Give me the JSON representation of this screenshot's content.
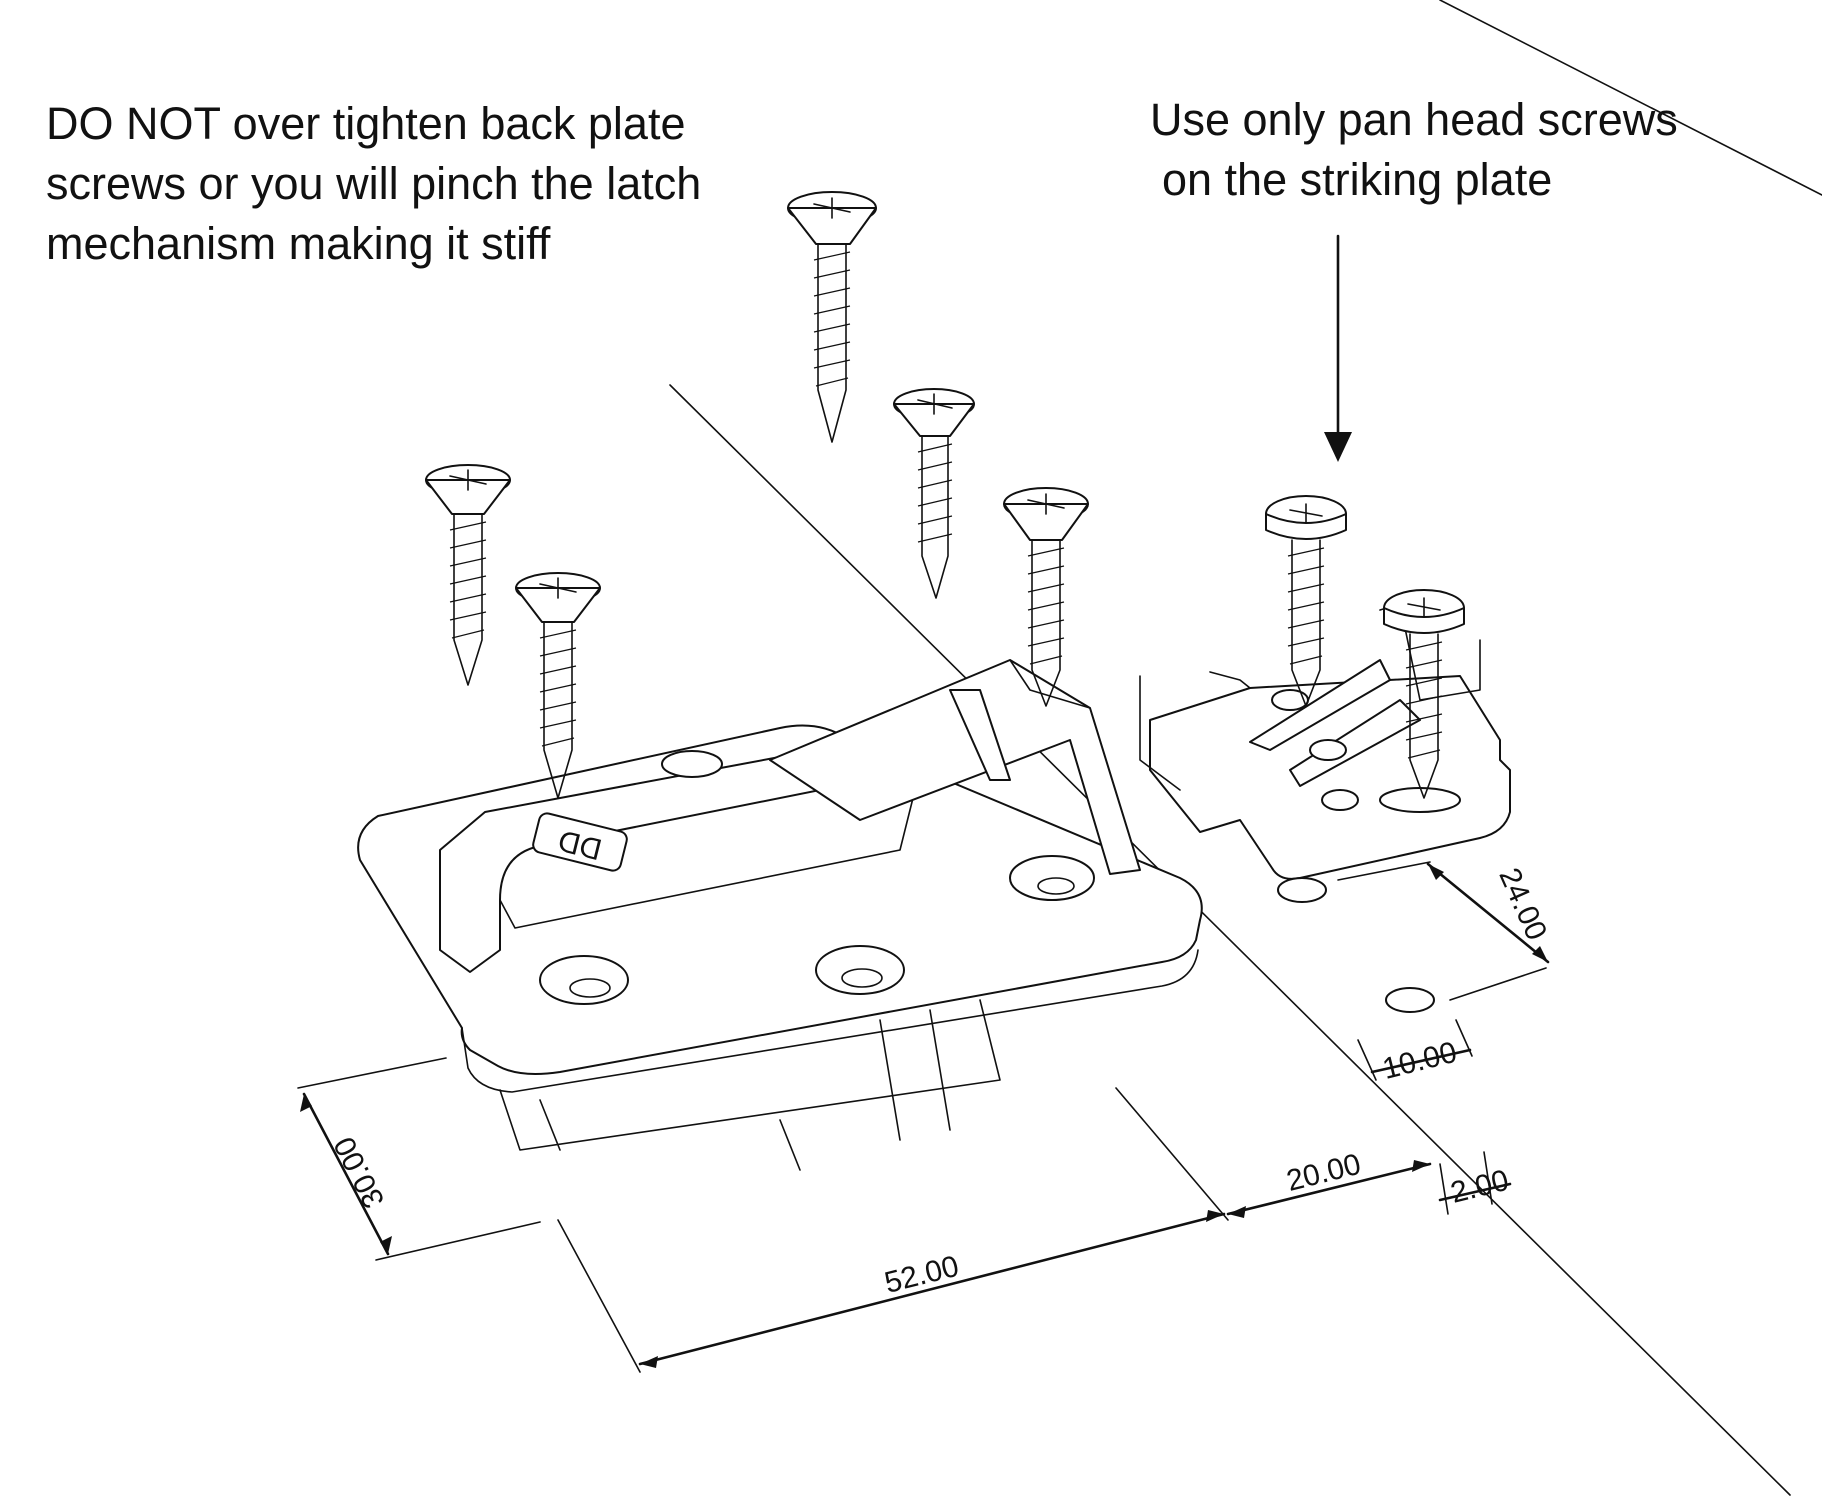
{
  "notes": {
    "back_plate_warning": [
      "DO NOT over tighten back plate",
      "screws or you will pinch the latch",
      "mechanism making it stiff"
    ],
    "striking_plate_tip": [
      "Use only pan head screws",
      "on the striking plate"
    ]
  },
  "latch_badge": "DD",
  "dimensions": {
    "width_52": "52.00",
    "depth_30": "30.00",
    "gap_20": "20.00",
    "offset_2": "2.00",
    "plate_24": "24.00",
    "edge_10": "10.00"
  },
  "screws": [
    {
      "head": "countersunk"
    },
    {
      "head": "countersunk"
    },
    {
      "head": "countersunk"
    },
    {
      "head": "countersunk"
    },
    {
      "head": "countersunk"
    },
    {
      "head": "pan"
    },
    {
      "head": "pan"
    }
  ]
}
